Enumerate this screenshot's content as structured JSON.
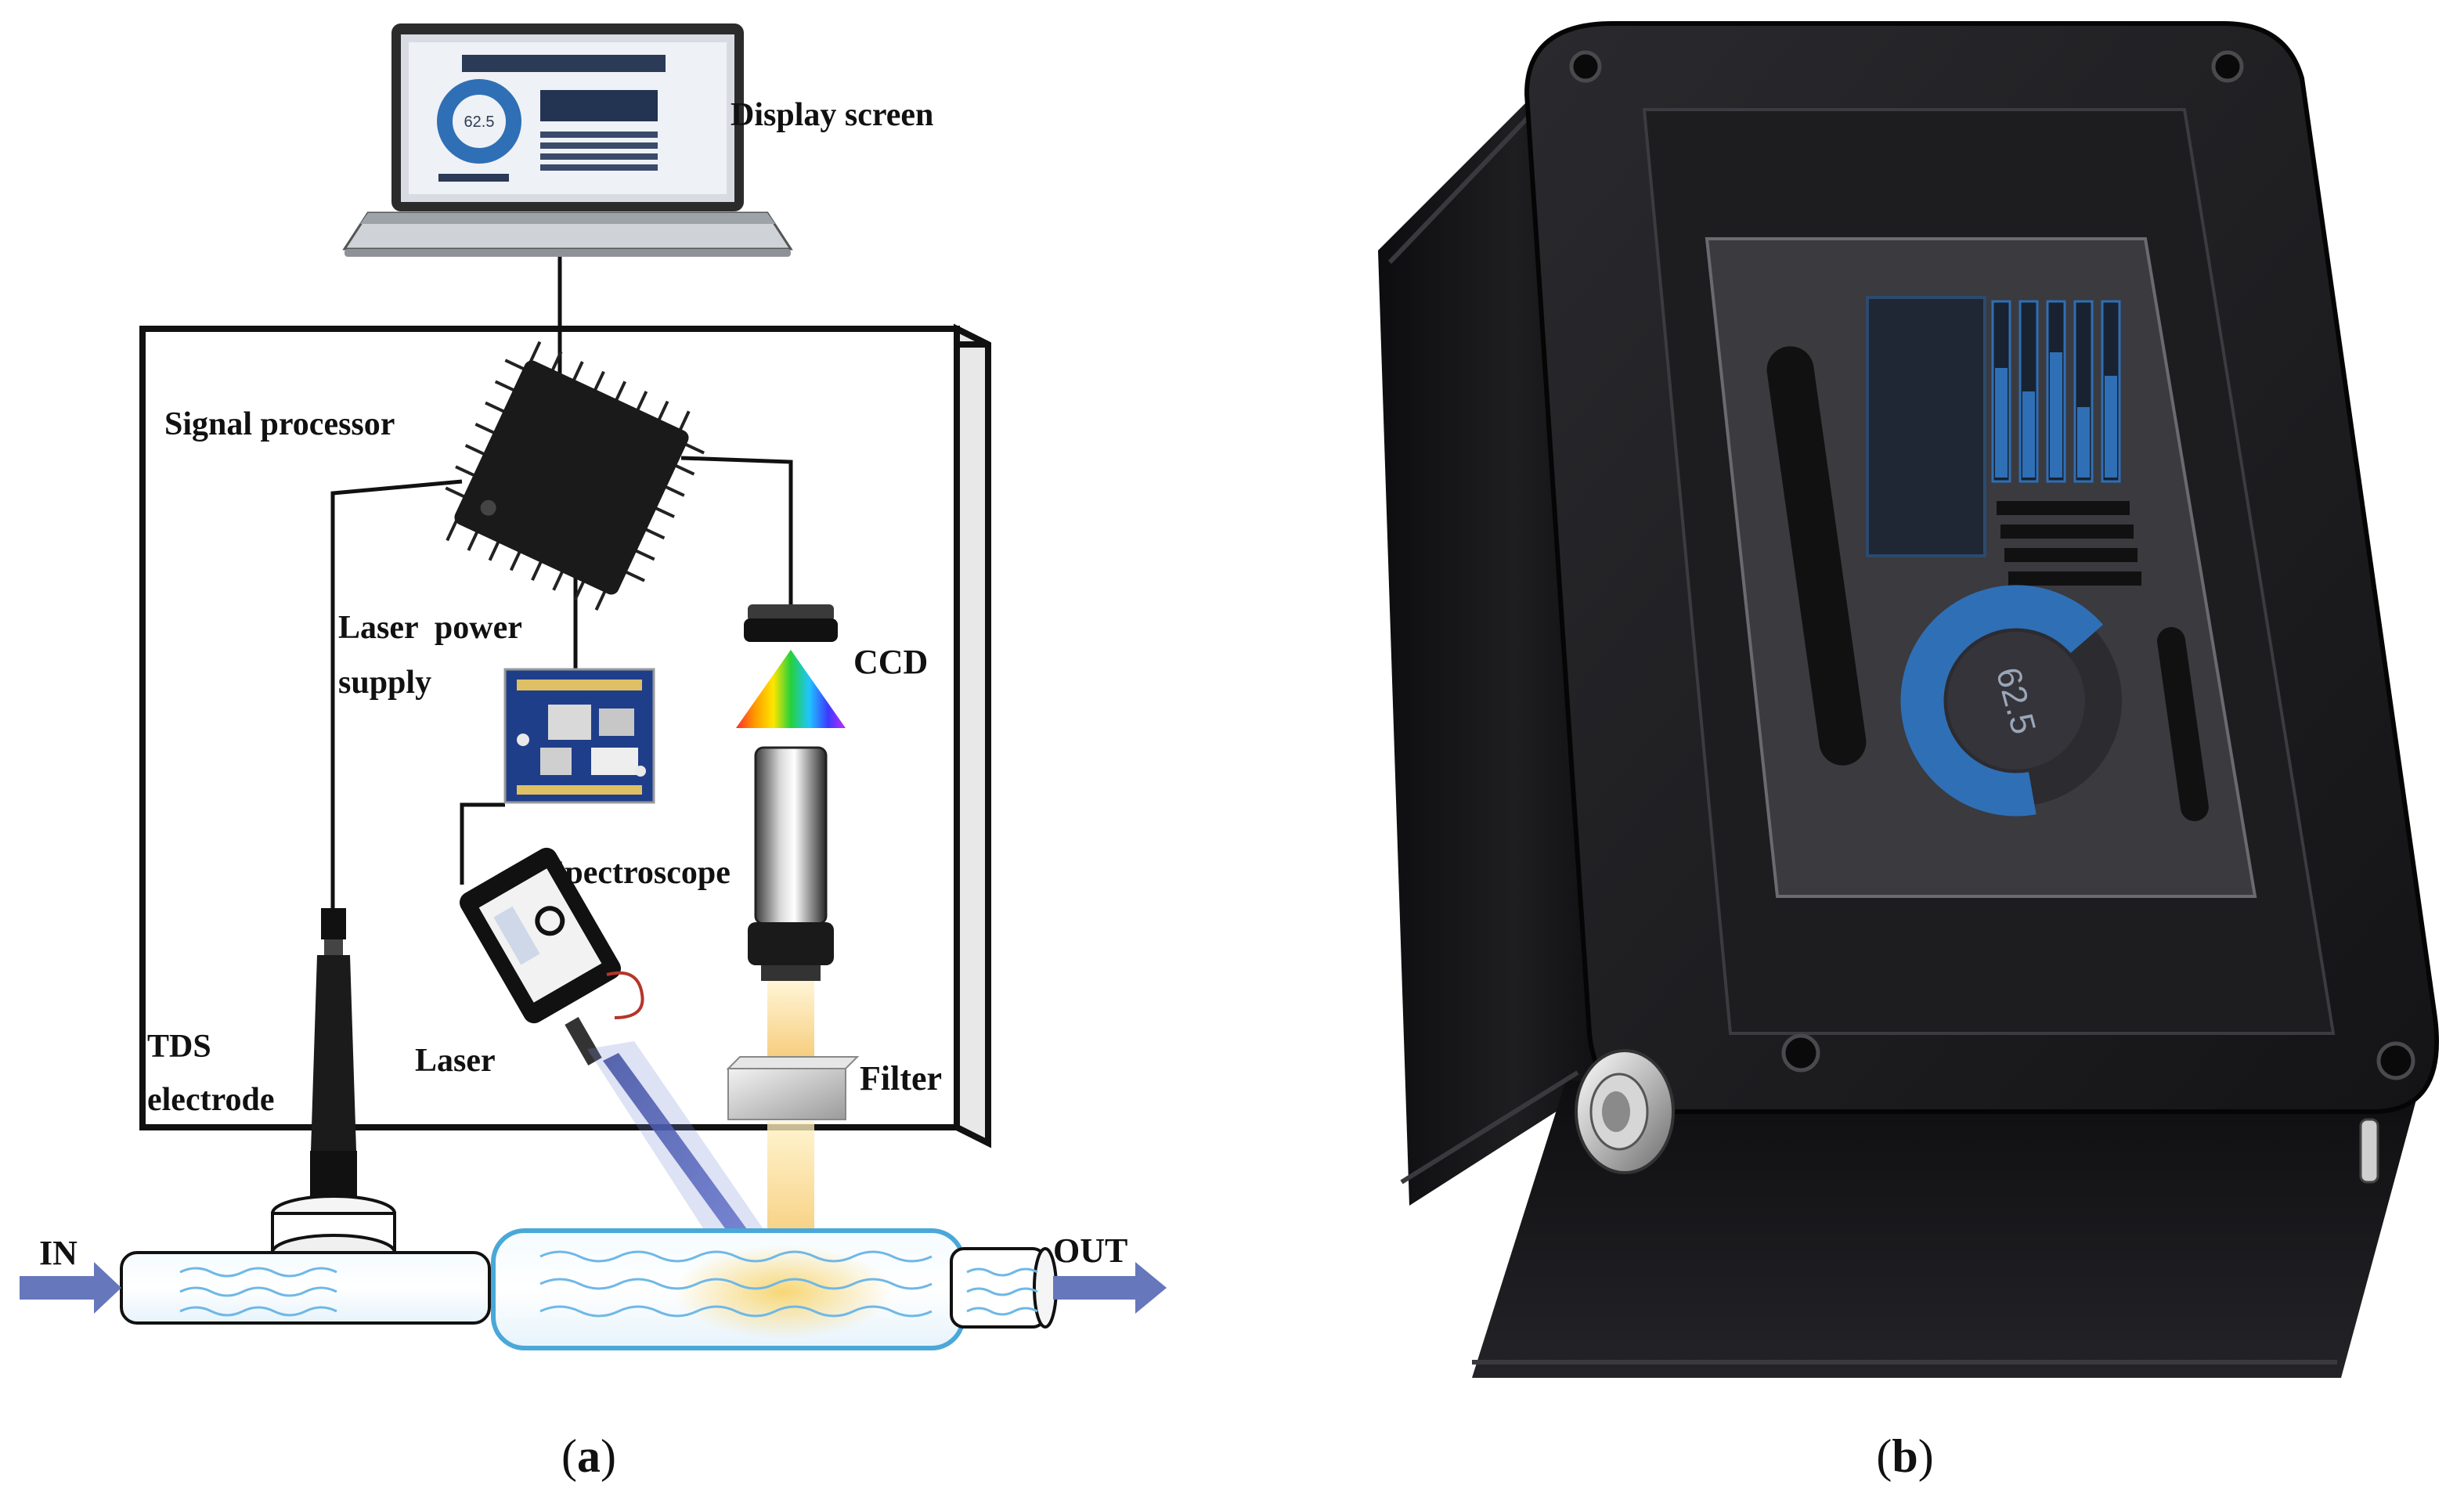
{
  "panel_a": {
    "caption_letter": "a",
    "labels": {
      "display_screen": "Display screen",
      "signal_processor": "Signal processor",
      "laser_power_line1": "Laser  power",
      "laser_power_line2": "supply",
      "ccd": "CCD",
      "spectroscope": "Spectroscope",
      "tds_line1": "TDS",
      "tds_line2": "electrode",
      "laser": "Laser",
      "filter": "Filter",
      "inlet": "IN",
      "outlet": "OUT"
    },
    "laptop_screen": {
      "gauge_value": "62.5"
    }
  },
  "panel_b": {
    "caption_letter": "b",
    "device_screen": {
      "gauge_value": "62.5"
    }
  },
  "colors": {
    "flow_arrow": "#6677bb",
    "pipe_outline": "#4aa8d8",
    "laser_beam": "#3a4aa0",
    "emission_glow": "#f3c35a",
    "device_body": "#1b1b1d",
    "gauge_ring": "#2f6fb5"
  }
}
